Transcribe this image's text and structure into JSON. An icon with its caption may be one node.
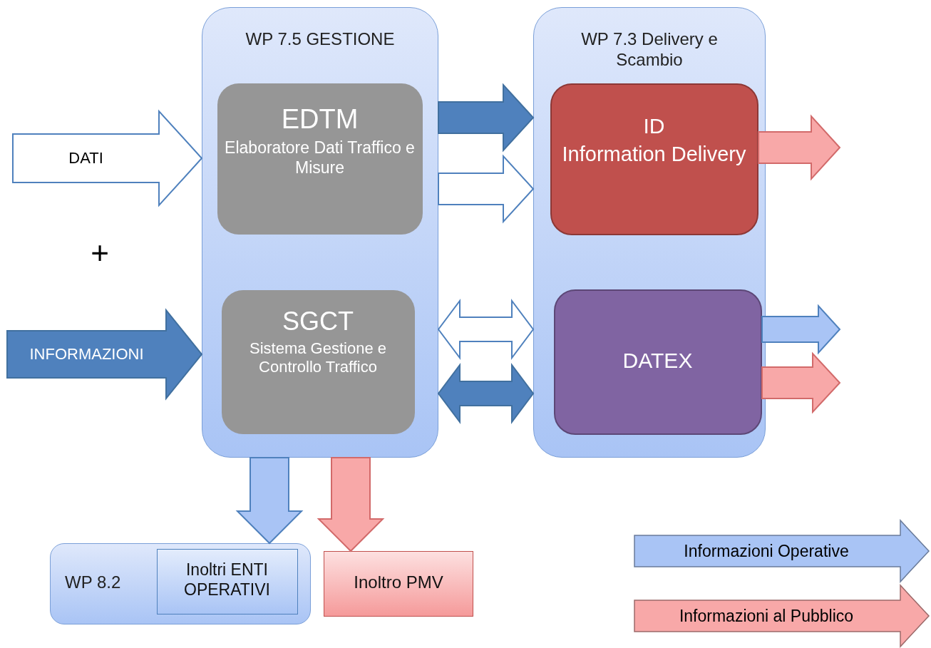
{
  "diagram": {
    "nodes": [
      {
        "text": [
          "WP 7.5 GESTIONE"
        ]
      },
      {
        "text": [
          "EDTM",
          "Elaboratore Dati Traffico e Misure"
        ],
        "in": 0
      },
      {
        "text": [
          "SGCT",
          "Sistema Gestione e Controllo Traffico"
        ],
        "in": 0
      },
      {
        "text": [
          "WP 7.3 Delivery e Scambio"
        ]
      },
      {
        "text": [
          "ID",
          "Information Delivery"
        ],
        "in": 3
      },
      {
        "text": [
          "DATEX"
        ],
        "in": 3
      },
      {
        "text": [
          "WP 8.2"
        ]
      },
      {
        "text": [
          "Inoltri ENTI OPERATIVI"
        ],
        "in": 6
      },
      {
        "text": [
          "Inoltro PMV"
        ]
      }
    ],
    "edges": [
      {
        "from": null,
        "to": 0,
        "arrow": "to",
        "label": "DATI",
        "color": "#ffffff"
      },
      {
        "from": null,
        "to": 0,
        "arrow": "to",
        "label": "INFORMAZIONI",
        "color": "#4f81bd"
      },
      {
        "from": 0,
        "to": 3,
        "arrow": "to",
        "color": "#4f81bd"
      },
      {
        "from": 0,
        "to": 3,
        "arrow": "to",
        "color": "#ffffff"
      },
      {
        "from": 0,
        "to": 3,
        "arrow": "both",
        "color": "#ffffff"
      },
      {
        "from": 0,
        "to": 3,
        "arrow": "both",
        "color": "#4f81bd"
      },
      {
        "from": 4,
        "to": null,
        "arrow": "to",
        "color": "#f8a8a8"
      },
      {
        "from": 5,
        "to": null,
        "arrow": "to",
        "color": "#a9c4f5"
      },
      {
        "from": 5,
        "to": null,
        "arrow": "to",
        "color": "#f8a8a8"
      },
      {
        "from": 0,
        "to": 6,
        "arrow": "to",
        "color": "#a9c4f5"
      },
      {
        "from": 0,
        "to": 8,
        "arrow": "to",
        "color": "#f8a8a8"
      }
    ],
    "labels": [
      "+"
    ],
    "legend": [
      {
        "text": "Informazioni Operative",
        "color": "#a9c4f5"
      },
      {
        "text": "Informazioni al Pubblico",
        "color": "#f8a8a8"
      }
    ]
  }
}
